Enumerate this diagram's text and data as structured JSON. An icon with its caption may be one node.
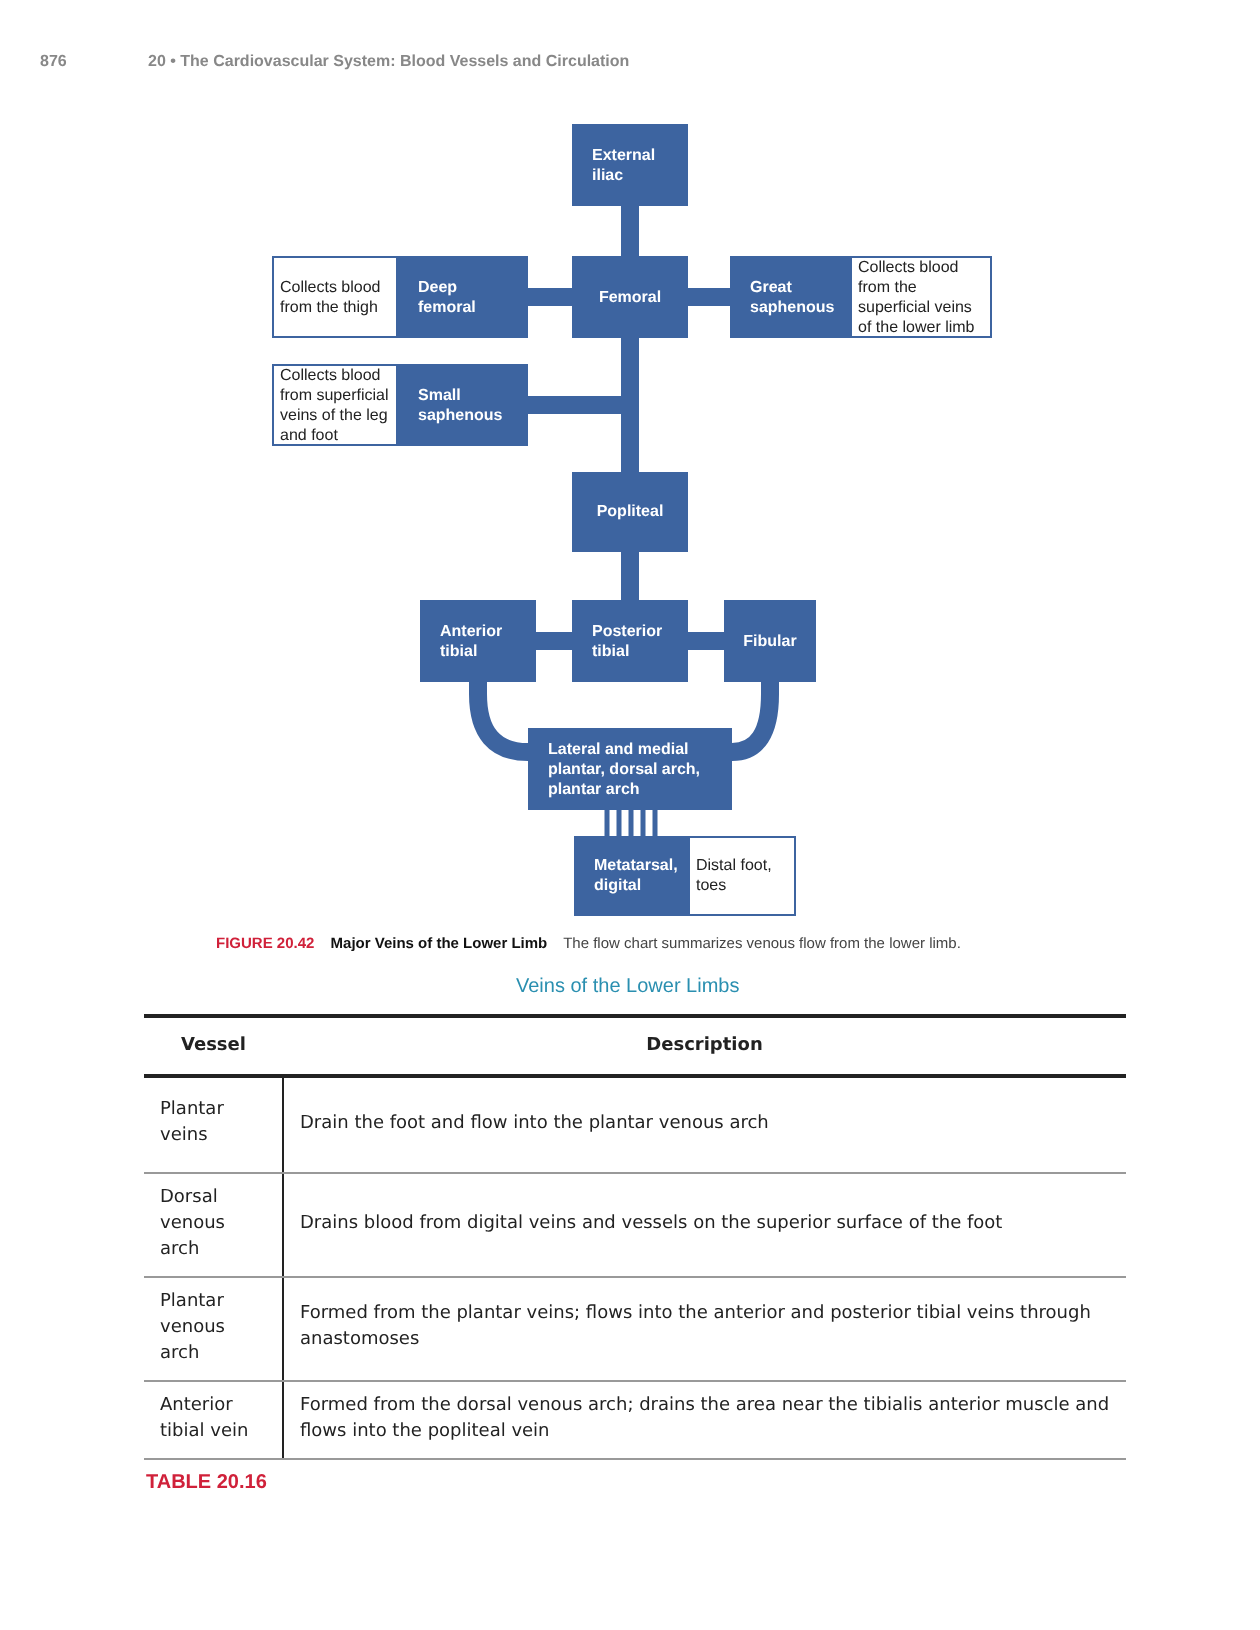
{
  "diagram": {
    "caption": "**FIGURE 20.42** **Major Veins of the Lower Limb** The flow chart summarizes venous flow from the lower limb.",
    "nodes": [
      {
        "text": [
          "External iliac"
        ]
      },
      {
        "text": [
          "Collects blood from the thigh"
        ]
      },
      {
        "text": [
          "Deep femoral"
        ]
      },
      {
        "text": [
          "Femoral"
        ]
      },
      {
        "text": [
          "Great saphenous"
        ]
      },
      {
        "text": [
          "Collects blood from the superficial veins of the lower limb"
        ]
      },
      {
        "text": [
          "Collects blood from superficial veins of the leg and foot"
        ]
      },
      {
        "text": [
          "Small saphenous"
        ]
      },
      {
        "text": [
          "Popliteal"
        ]
      },
      {
        "text": [
          "Anterior tibial"
        ]
      },
      {
        "text": [
          "Posterior tibial"
        ]
      },
      {
        "text": [
          "Fibular"
        ]
      },
      {
        "text": [
          "Lateral and medial plantar, dorsal arch, plantar arch"
        ]
      },
      {
        "text": [
          "Metatarsal, digital"
        ]
      },
      {
        "text": [
          "Distal foot, toes"
        ]
      }
    ],
    "edges": [
      {
        "from": 0,
        "to": 3,
        "arrow": "none"
      },
      {
        "from": 2,
        "to": 3,
        "arrow": "none"
      },
      {
        "from": 3,
        "to": 4,
        "arrow": "none"
      },
      {
        "from": 3,
        "to": 8,
        "arrow": "none"
      },
      {
        "from": 7,
        "to": 8,
        "arrow": "none"
      },
      {
        "from": 8,
        "to": 10,
        "arrow": "none"
      },
      {
        "from": 9,
        "to": 10,
        "arrow": "none"
      },
      {
        "from": 10,
        "to": 11,
        "arrow": "none"
      },
      {
        "from": 9,
        "to": 12,
        "arrow": "none"
      },
      {
        "from": 11,
        "to": 12,
        "arrow": "none"
      },
      {
        "from": 12,
        "to": 13,
        "arrow": "none"
      }
    ],
    "labels": [
      "876",
      "20 • The Cardiovascular System: Blood Vessels and Circulation",
      "Veins of the Lower Limbs",
      "Vessel",
      "Description",
      "Plantar veins",
      "Drain the foot and flow into the plantar venous arch",
      "Dorsal venous arch",
      "Drains blood from digital veins and vessels on the superior surface of the foot",
      "Plantar venous arch",
      "Formed from the plantar veins; flows into the anterior and posterior tibial veins through anastomoses",
      "Anterior tibial vein",
      "Formed from the dorsal venous arch; drains the area near the tibialis anterior muscle and flows into the popliteal vein",
      "TABLE 20.16"
    ]
  }
}
